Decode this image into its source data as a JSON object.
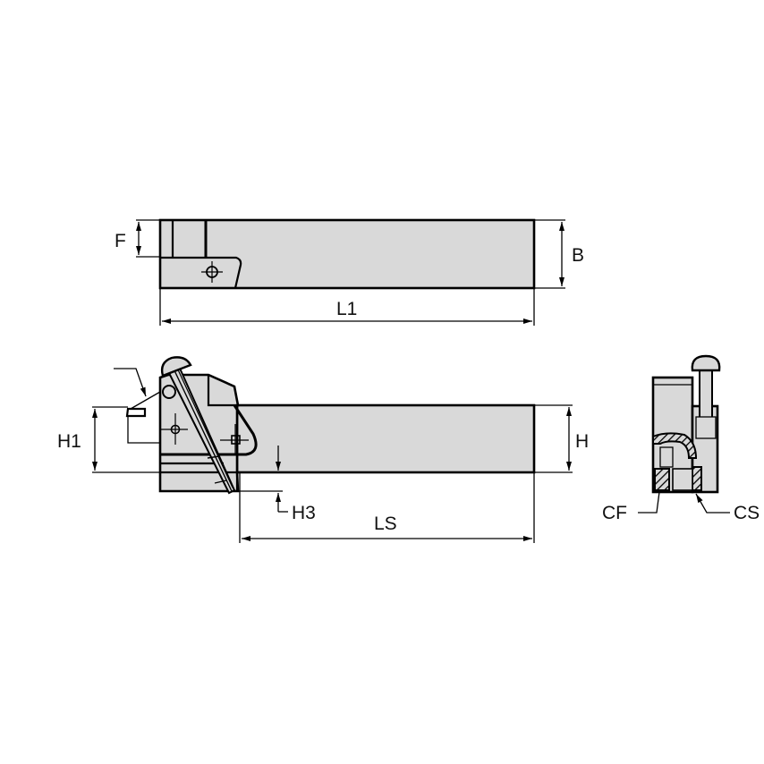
{
  "drawing": {
    "title": "Cut-off tool holder dimensional drawing",
    "colors": {
      "body_fill": "#d9d9d9",
      "line": "#000000",
      "background": "#ffffff"
    },
    "views": {
      "top": {
        "labels": {
          "f": "F",
          "b": "B",
          "l1": "L1"
        }
      },
      "side": {
        "labels": {
          "h1": "H1",
          "h": "H",
          "h3": "H3",
          "ls": "LS"
        }
      },
      "end": {
        "labels": {
          "cf": "CF",
          "cs": "CS"
        }
      }
    }
  }
}
